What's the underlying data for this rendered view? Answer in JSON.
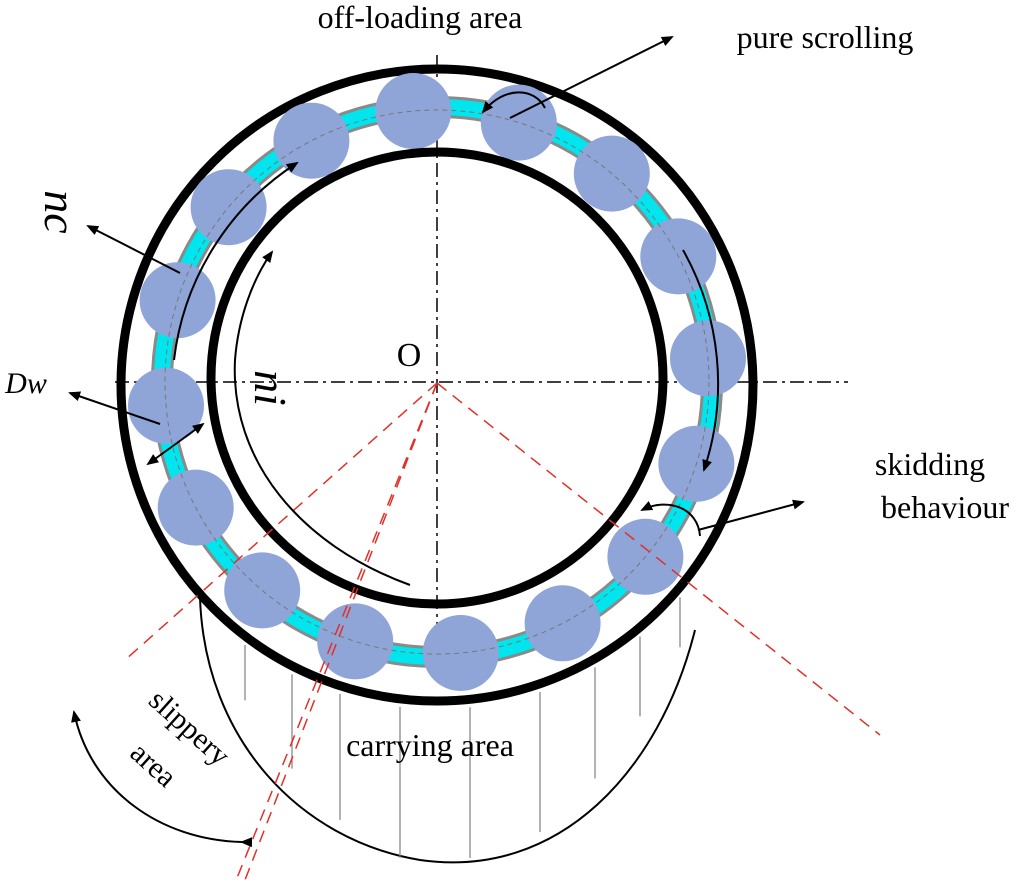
{
  "labels": {
    "off_loading_area": "off-loading area",
    "pure_scrolling": "pure scrolling",
    "nc": "nc",
    "dw": "Dw",
    "center": "O",
    "ni": "ni",
    "skidding_line1": "skidding",
    "skidding_line2": "behaviour",
    "slippery_line1": "slippery",
    "slippery_line2": "area",
    "carrying_area": "carrying area"
  },
  "rollers": {
    "count": 16
  },
  "colors": {
    "ring": "#000000",
    "roller_fill": "#8fa5d8",
    "cage_band": "#00e5ee",
    "cage_edge": "#8a8a8a",
    "axis_line": "#000000",
    "load_line": "#e0302a",
    "hatch": "#808080"
  }
}
